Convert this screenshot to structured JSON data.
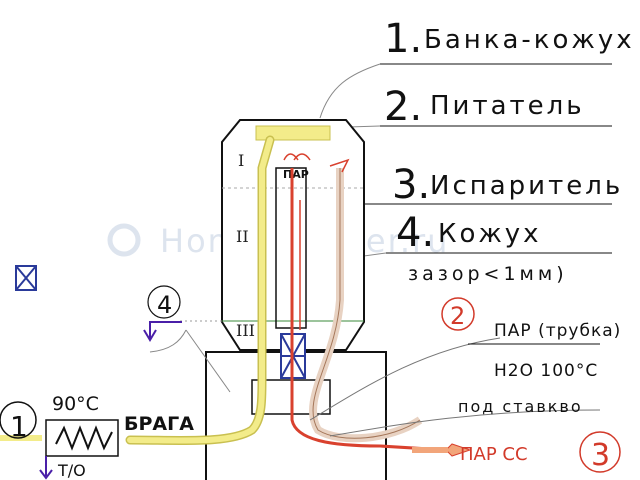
{
  "watermark": "HomeDistiller.ru",
  "legend": {
    "item1": {
      "num": "1.",
      "label": "Банка-кожух"
    },
    "item2": {
      "num": "2.",
      "label": "Питатель"
    },
    "item3": {
      "num": "3.",
      "label": "Испаритель"
    },
    "item4": {
      "num": "4.",
      "label": "Кожух"
    },
    "gap_note": "зазор<1мм)"
  },
  "zones": {
    "z1": "I",
    "z2": "II",
    "z3": "III"
  },
  "labels": {
    "par_inner": "ПАР",
    "marker_1": "1",
    "marker_4": "4",
    "marker_2": "2",
    "marker_3": "3",
    "temp": "90°C",
    "braga": "БРАГА",
    "to": "Т/О",
    "steam_pipe": "ПАР (трубка)",
    "h2o": "H2O 100°C",
    "to_still": "под ставкво",
    "par_ss": "ПАР СС"
  },
  "colors": {
    "feed": "#f3ec8a",
    "feed_edge": "#c9c050",
    "steam": "#d9412e",
    "steam_pipe": "#e8d2c2",
    "outline": "#111111",
    "accent_purple": "#4a1fa8",
    "x_blue": "#2a3a9a"
  }
}
